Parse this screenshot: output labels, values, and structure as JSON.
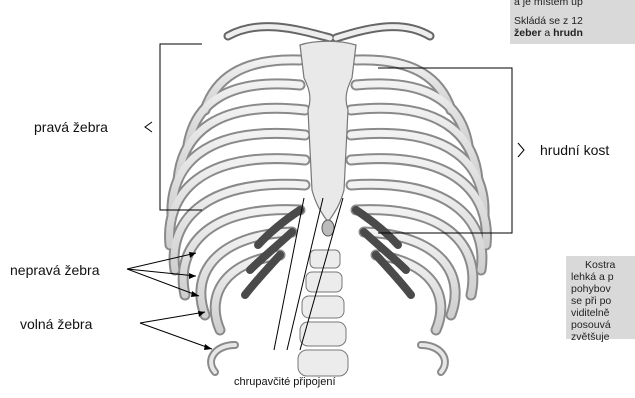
{
  "labels": {
    "right_ribs": "pravá žebra",
    "sternum": "hrudní kost",
    "false_ribs": "nepravá žebra",
    "floating_ribs": "volná žebra",
    "cartilage": "chrupavčité připojení"
  },
  "top_box": {
    "line1": "a je místem up",
    "line2_pre": "Skládá se z 12",
    "line3_b1": "žeber",
    "line3_mid": " a ",
    "line3_b2": "hrudn"
  },
  "side_box": {
    "lines": [
      "Kostra",
      "lehká a p",
      "pohybov",
      "se při po",
      "viditelně",
      "posouvá",
      "zvětšuje"
    ]
  },
  "colors": {
    "bone": "#d8d8d8",
    "cartilage": "#4a4a4a",
    "line": "#000000",
    "box": "#d9d9d9"
  }
}
